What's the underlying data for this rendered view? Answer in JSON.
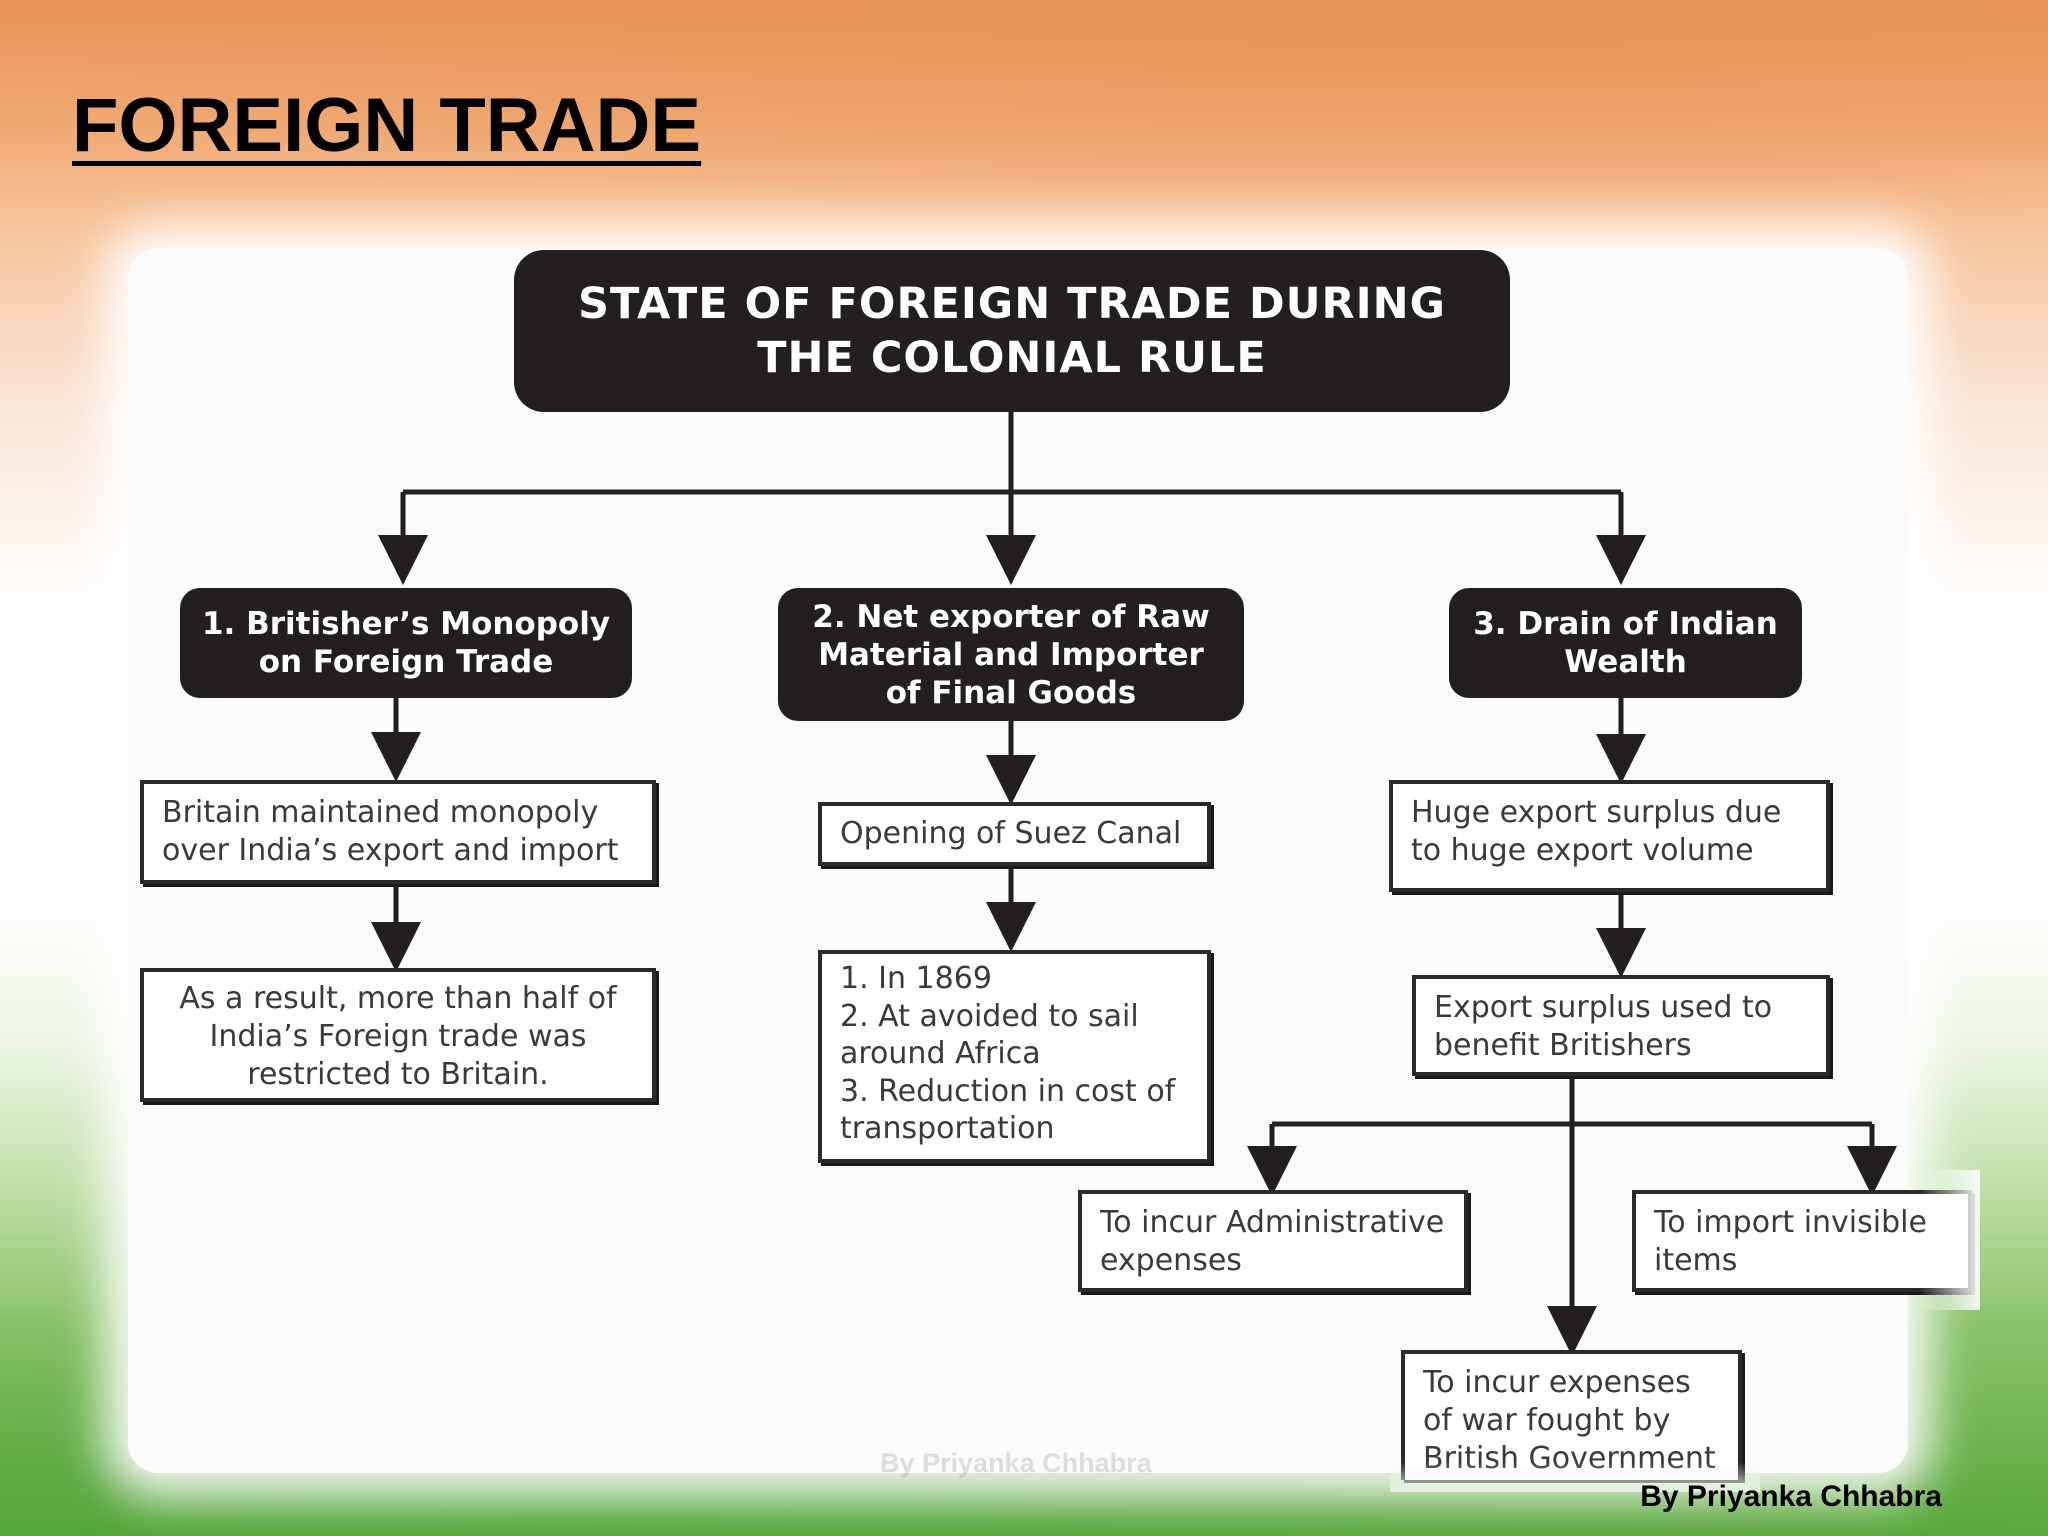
{
  "slide": {
    "title": "FOREIGN TRADE",
    "watermark": "By Priyanka Chhabra",
    "author": "By Priyanka Chhabra"
  },
  "diagram": {
    "main_title": "STATE OF FOREIGN TRADE DURING\nTHE COLONIAL RULE",
    "branches": [
      {
        "label": "1. Britisher’s Monopoly\non Foreign Trade",
        "steps": [
          "Britain maintained monopoly\nover India’s export and import",
          "As a result, more than half of\nIndia’s Foreign trade was\nrestricted to Britain."
        ]
      },
      {
        "label": "2. Net exporter of Raw\nMaterial and Importer\nof Final Goods",
        "steps": [
          "Opening of Suez Canal",
          "1. In 1869\n2. At avoided to sail\n    around Africa\n3. Reduction in cost of\n    transportation"
        ]
      },
      {
        "label": "3. Drain of Indian\nWealth",
        "steps": [
          "Huge export surplus due\nto huge export volume",
          "Export surplus used to\nbenefit Britishers"
        ],
        "uses": [
          "To incur Administrative\nexpenses",
          "To import invisible\nitems",
          "To incur expenses\nof war fought by\nBritish Government"
        ]
      }
    ]
  },
  "colors": {
    "dark_box": "#231f20",
    "outline": "#2a2a2a",
    "saffron": "#e8935a",
    "green": "#5aa83c"
  }
}
